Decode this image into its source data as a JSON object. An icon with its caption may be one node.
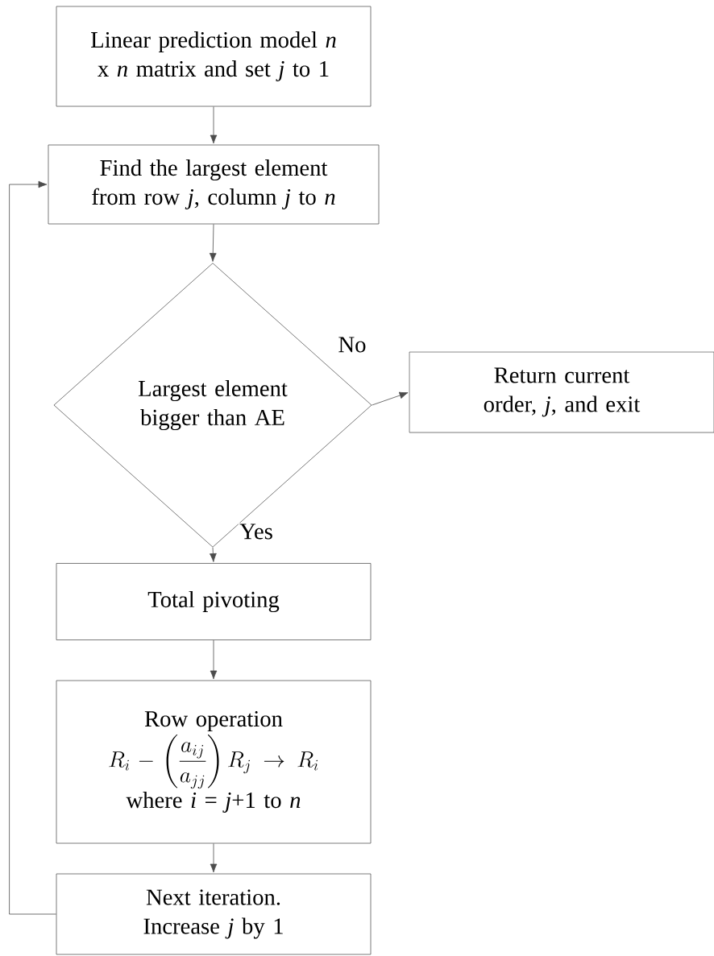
{
  "diagram": {
    "nodes": [
      {
        "text": [
          "Linear prediction model *n* x *n* matrix and set *j* to 1"
        ]
      },
      {
        "text": [
          "Find the largest element from row *j*, column *j* to *n*"
        ]
      },
      {
        "text": [
          "Largest element bigger than AE"
        ]
      },
      {
        "text": [
          "Return current order, *j*, and exit"
        ]
      },
      {
        "text": [
          "Total pivoting"
        ]
      },
      {
        "text": [
          "Row operation",
          "R_i - \\left(\\frac{a_{ij}}{a_{jj}}\\right) R_j \\to R_i",
          "where *i* = *j*+1 to *n*"
        ]
      },
      {
        "text": [
          "Next iteration. Increase *j* by 1"
        ]
      }
    ],
    "edges": [
      {
        "from": 0,
        "to": 1,
        "arrow": "to"
      },
      {
        "from": 1,
        "to": 2,
        "arrow": "to"
      },
      {
        "from": 2,
        "to": 3,
        "arrow": "to",
        "label": "No"
      },
      {
        "from": 2,
        "to": 4,
        "arrow": "to",
        "label": "Yes"
      },
      {
        "from": 4,
        "to": 5,
        "arrow": "to"
      },
      {
        "from": 5,
        "to": 6,
        "arrow": "to"
      },
      {
        "from": 6,
        "to": 1,
        "arrow": "to"
      }
    ]
  }
}
